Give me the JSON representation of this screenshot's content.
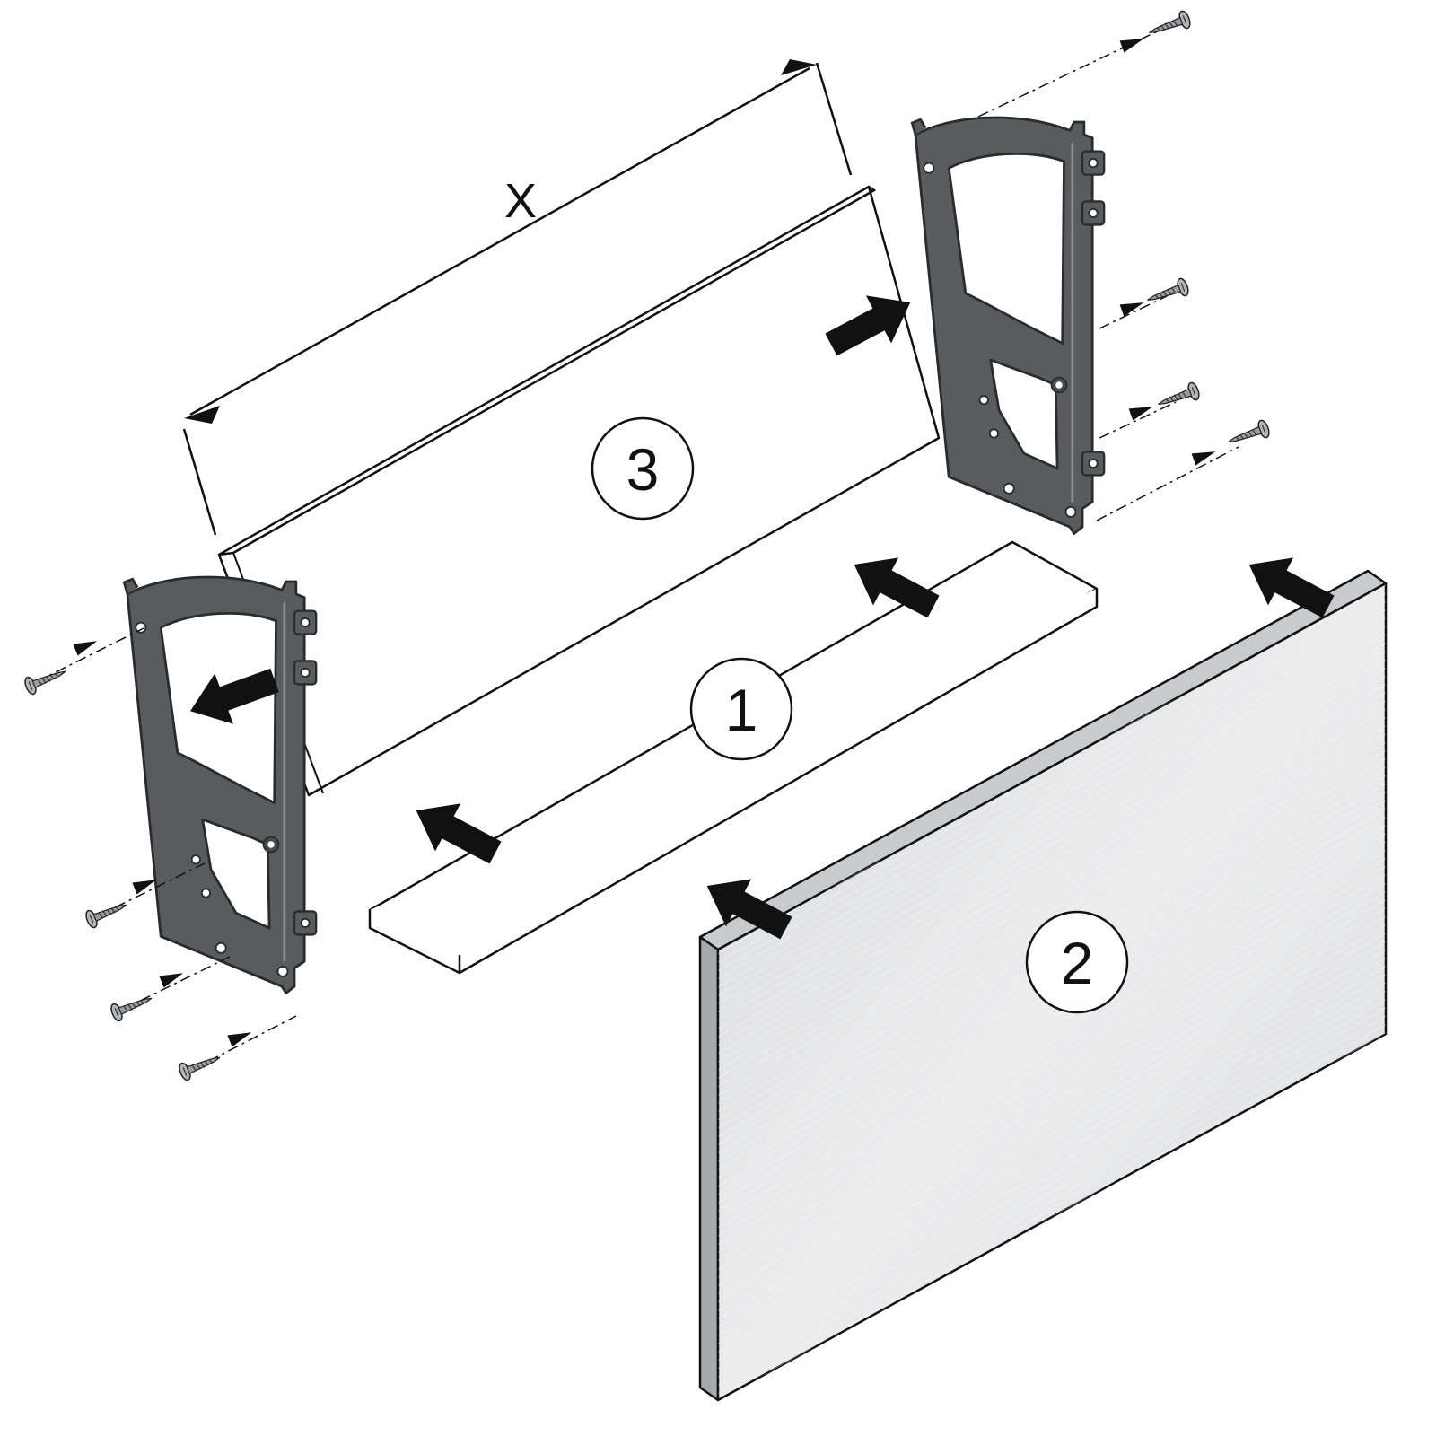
{
  "diagram": {
    "dimension_label": "X",
    "parts": [
      {
        "number": "1",
        "role": "bottom-panel"
      },
      {
        "number": "2",
        "role": "front-panel"
      },
      {
        "number": "3",
        "role": "back-panel"
      }
    ]
  },
  "colors": {
    "line": "#111111",
    "bracket_fill": "#5a5b5e",
    "bracket_edge": "#2b2b2d",
    "front_panel": "#e3e4e6",
    "front_panel_edge": "#b8babd",
    "screw": "#9a9b9e",
    "background": "#ffffff"
  },
  "icons": {
    "screw": "screw-icon",
    "push_arrow": "arrow-icon",
    "bracket": "drawer-side-bracket"
  }
}
